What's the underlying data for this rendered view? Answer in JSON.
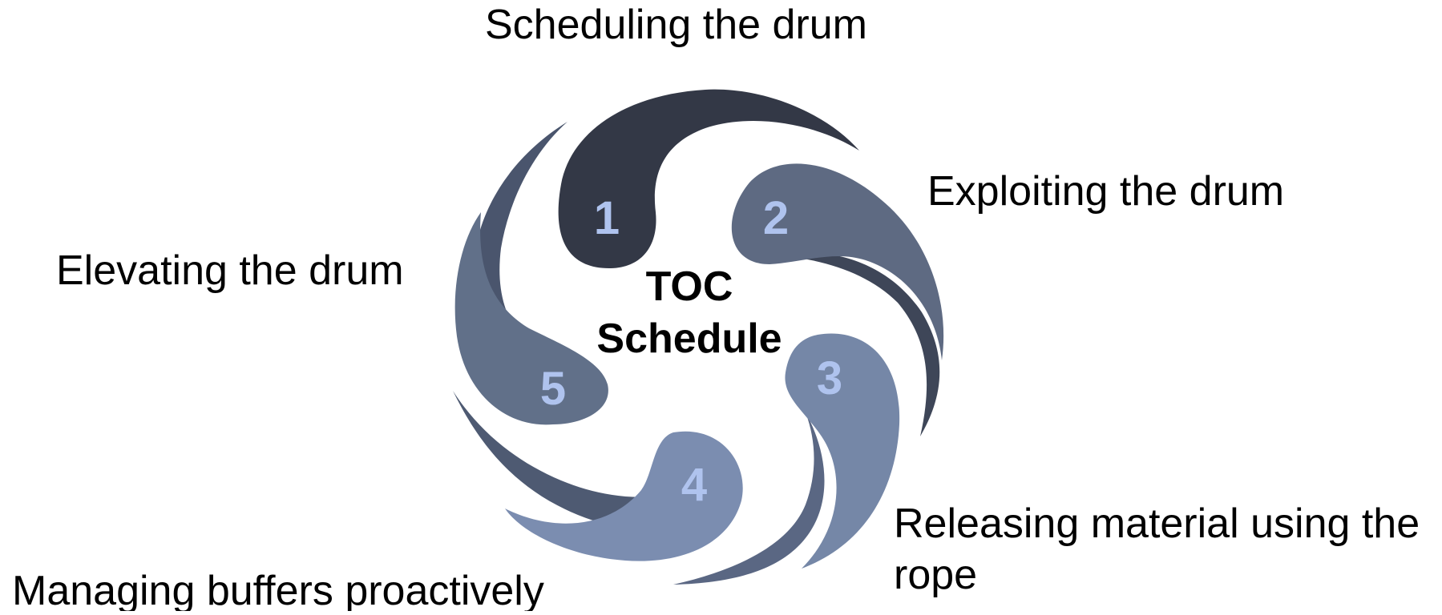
{
  "center": {
    "line1": "TOC",
    "line2": "Schedule"
  },
  "steps": [
    {
      "number": "1",
      "label": "Scheduling the drum",
      "color": "#333846",
      "tail_color": "#333846"
    },
    {
      "number": "2",
      "label": "Exploiting the drum",
      "color": "#5E6A82",
      "tail_color": "#3E4658"
    },
    {
      "number": "3",
      "label_line1": "Releasing material using the",
      "label_line2": "rope",
      "color": "#7587A7",
      "tail_color": "#5A6783"
    },
    {
      "number": "4",
      "label": "Managing buffers proactively",
      "color": "#7B8DB0",
      "tail_color": "#4E5A72"
    },
    {
      "number": "5",
      "label": "Elevating the drum",
      "color": "#617089",
      "tail_color": "#4A556D"
    }
  ],
  "number_color": "#AFC3EE"
}
